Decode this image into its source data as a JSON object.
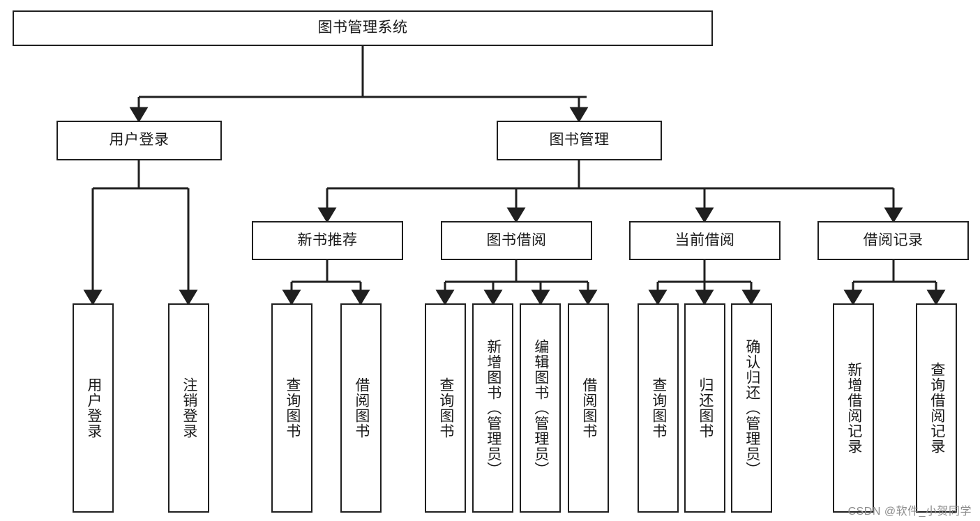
{
  "diagram": {
    "title": "图书管理系统",
    "watermark": "CSDN @软件_小贺同学",
    "root": {
      "label": "图书管理系统"
    },
    "level2": [
      {
        "label": "用户登录"
      },
      {
        "label": "图书管理"
      }
    ],
    "level3": [
      {
        "label": "新书推荐"
      },
      {
        "label": "图书借阅"
      },
      {
        "label": "当前借阅"
      },
      {
        "label": "借阅记录"
      }
    ],
    "leaves": {
      "user_login": [
        {
          "label": "用户登录"
        },
        {
          "label": "注销登录"
        }
      ],
      "new_book_recommend": [
        {
          "label": "查询图书"
        },
        {
          "label": "借阅图书"
        }
      ],
      "book_borrow": [
        {
          "label": "查询图书"
        },
        {
          "label": "新增图书（管理员）"
        },
        {
          "label": "编辑图书（管理员）"
        },
        {
          "label": "借阅图书"
        }
      ],
      "current_borrow": [
        {
          "label": "查询图书"
        },
        {
          "label": "归还图书"
        },
        {
          "label": "确认归还（管理员）"
        }
      ],
      "borrow_record": [
        {
          "label": "新增借阅记录"
        },
        {
          "label": "查询借阅记录"
        }
      ]
    },
    "colors": {
      "stroke": "#1f1f1f",
      "fill": "#ffffff",
      "text": "#1a1a1a",
      "watermark": "#8c8c8c"
    }
  }
}
